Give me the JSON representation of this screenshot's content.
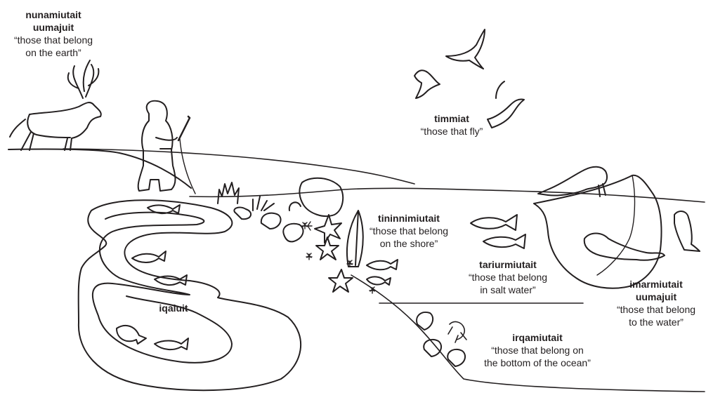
{
  "colors": {
    "ink": "#231f20",
    "background": "#ffffff"
  },
  "groups": {
    "nunamiutait": {
      "name_line1": "nunamiutait",
      "name_line2": "uumajuit",
      "gloss_line1": "“those that belong",
      "gloss_line2": "on the earth”"
    },
    "timmiat": {
      "name": "timmiat",
      "gloss": "“those that fly”"
    },
    "tininnimiutait": {
      "name": "tininnimiutait",
      "gloss_line1": "“those that belong",
      "gloss_line2": "on the shore”"
    },
    "tariurmiutait": {
      "name": "tariurmiutait",
      "gloss_line1": "“those that belong",
      "gloss_line2": "in salt water”"
    },
    "imarmiutait": {
      "name_line1": "imarmiutait",
      "name_line2": "uumajuit",
      "gloss_line1": "“those that belong",
      "gloss_line2": "to the water”"
    },
    "irqamiutait": {
      "name": "irqamiutait",
      "gloss_line1": "“those that belong on",
      "gloss_line2": "the bottom of the ocean”"
    },
    "iqaluit": {
      "name": "iqaluit"
    }
  },
  "illustrations": [
    "caribou",
    "hunter-with-spear",
    "birds",
    "lake-fish",
    "shore-plants",
    "starfish",
    "sea-urchins",
    "sea-fish",
    "walrus",
    "iceberg",
    "seal",
    "shellfish",
    "shrimp"
  ]
}
